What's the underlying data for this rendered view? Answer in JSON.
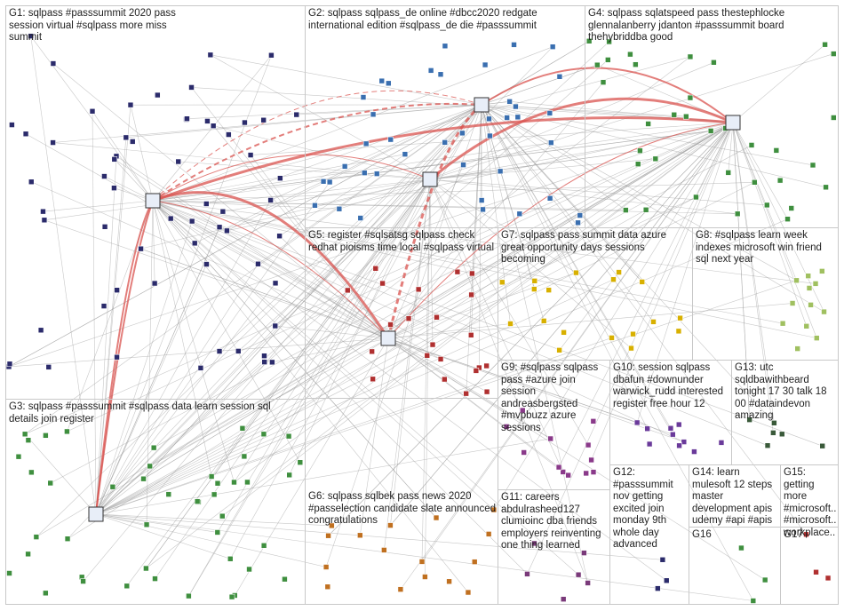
{
  "groups": [
    {
      "id": "G1",
      "label": "G1: sqlpass #passsummit 2020 pass session virtual #sqlpass more miss summit"
    },
    {
      "id": "G2",
      "label": "G2: sqlpass sqlpass_de online #dbcc2020 redgate international edition #sqlpass_de die #passsummit"
    },
    {
      "id": "G4",
      "label": "G4: sqlpass sqlatspeed pass thestephlocke glennalanberry jdanton #passsummit board thehybriddba good"
    },
    {
      "id": "G5",
      "label": "G5: register #sqlsatsg sqlpass check redhat pioisms time local #sqlpass virtual"
    },
    {
      "id": "G7",
      "label": "G7: sqlpass pass summit data azure great opportunity days sessions becoming"
    },
    {
      "id": "G8",
      "label": "G8: #sqlpass learn week indexes microsoft win friend sql next year"
    },
    {
      "id": "G3",
      "label": "G3: sqlpass #passsummit #sqlpass data learn session sql details join register"
    },
    {
      "id": "G9",
      "label": "G9: #sqlpass sqlpass pass #azure join session andreasbergsted #mvpbuzz azure sessions"
    },
    {
      "id": "G10",
      "label": "G10: session sqlpass dbafun #downunder warwick_rudd interested register free hour 12"
    },
    {
      "id": "G13",
      "label": "G13: utc sqldbawithbeard tonight 17 30 talk 18 00 #dataindevon amazing"
    },
    {
      "id": "G6",
      "label": "G6: sqlpass sqlbek pass news 2020 #passelection candidate slate announced congratulations"
    },
    {
      "id": "G11",
      "label": "G11: careers abdulrasheed127 clumioinc dba friends employers reinventing one thing learned"
    },
    {
      "id": "G12",
      "label": "G12: #passsummit nov getting excited join monday 9th whole day advanced"
    },
    {
      "id": "G14",
      "label": "G14: learn mulesoft 12 steps master development apis udemy #api #apis"
    },
    {
      "id": "G15",
      "label": "G15: getting more #microsoft... #microsoft... workplace..."
    },
    {
      "id": "G16",
      "label": "G16"
    },
    {
      "id": "G17",
      "label": "G17"
    }
  ],
  "colors": {
    "background": "#ffffff",
    "box_border": "#c8c8c8",
    "edge_gray": "#9a9a9a",
    "edge_red": "#d9534f",
    "hub_red": "#e05a5a"
  }
}
